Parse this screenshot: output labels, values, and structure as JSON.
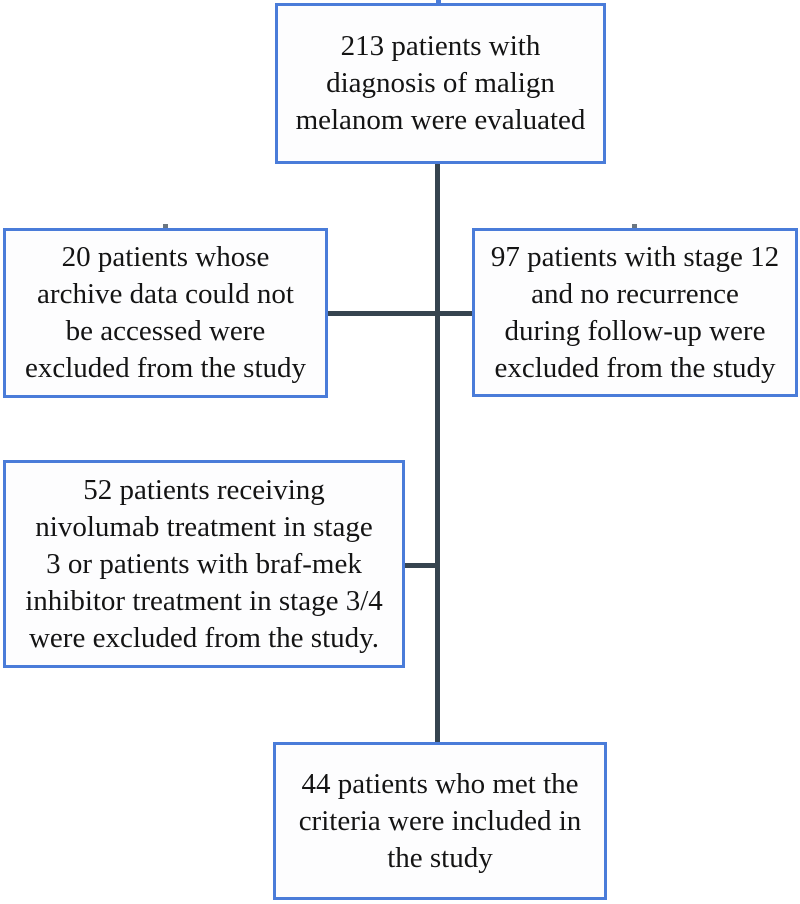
{
  "diagram": {
    "type": "flowchart",
    "title_implicit": "Patient selection flow",
    "colors": {
      "box_border": "#4a7cd9",
      "box_fill": "#fdfdfe",
      "connector": "#36444f",
      "text": "#141414"
    },
    "boxes": [
      {
        "id": "evaluated",
        "count": 213,
        "text": "213 patients with\ndiagnosis of malign\nmelanom were evaluated"
      },
      {
        "id": "excluded-archive",
        "count": 20,
        "text": "20 patients whose\narchive data could not\nbe accessed were\nexcluded from the study"
      },
      {
        "id": "excluded-stage12",
        "count": 97,
        "text": "97 patients with stage 12\nand no recurrence\nduring follow-up were\nexcluded from the study"
      },
      {
        "id": "excluded-treatment",
        "count": 52,
        "text": "52 patients receiving\nnivolumab treatment in stage\n3 or patients with braf-mek\ninhibitor treatment in stage 3/4\nwere excluded from the study."
      },
      {
        "id": "included",
        "count": 44,
        "text": "44 patients who met the\ncriteria were included in\nthe study"
      }
    ],
    "connectors": [
      {
        "id": "main-vertical",
        "from": "evaluated",
        "to": "included"
      },
      {
        "id": "side-horizontal",
        "joins": [
          "excluded-archive",
          "excluded-stage12"
        ]
      },
      {
        "id": "middle-stub",
        "joins": [
          "excluded-treatment"
        ]
      }
    ]
  }
}
